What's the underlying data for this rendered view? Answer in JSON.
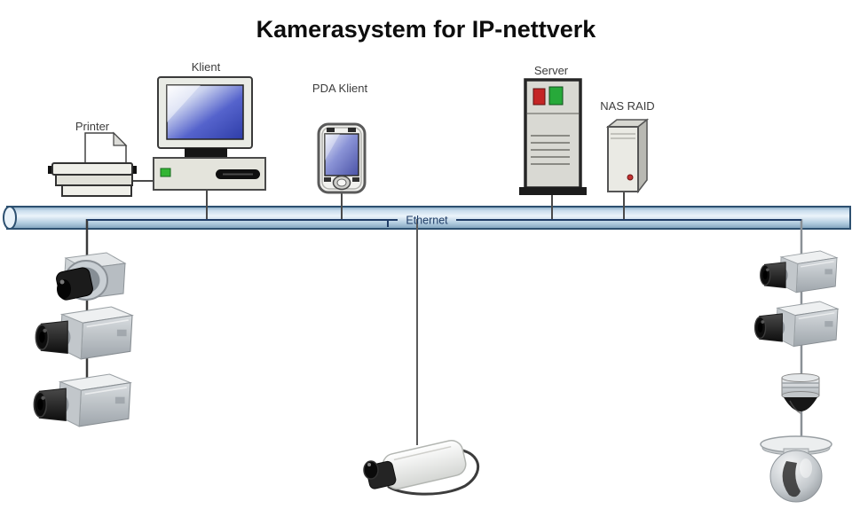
{
  "title": "Kamerasystem for IP-nettverk",
  "network": {
    "bus_label": "Ethernet",
    "bus_icon": "ethernet-bus-pipe"
  },
  "devices": {
    "printer": {
      "label": "Printer",
      "icon": "printer-icon"
    },
    "client": {
      "label": "Klient",
      "icon": "desktop-computer-icon"
    },
    "pda_client": {
      "label": "PDA Klient",
      "icon": "pda-icon"
    },
    "server": {
      "label": "Server",
      "icon": "server-tower-icon"
    },
    "nas_raid": {
      "label": "NAS RAID",
      "icon": "nas-raid-tower-icon"
    }
  },
  "camera_groups": {
    "left": {
      "icons": [
        "compact-network-camera-icon",
        "box-camera-icon",
        "box-camera-icon"
      ]
    },
    "center": {
      "icons": [
        "white-network-camera-icon"
      ]
    },
    "right": {
      "icons": [
        "box-camera-icon",
        "box-camera-icon",
        "mini-dome-camera-icon",
        "ptz-dome-camera-icon"
      ]
    }
  },
  "colors": {
    "bus_fill": "#c3daec",
    "bus_border": "#2d5070",
    "bus_inner_line": "#1f3c66",
    "monitor_screen_blue": "#3949b4",
    "led_green": "#33b533",
    "server_status_red": "#c42525",
    "server_status_green": "#27a93a",
    "label_gray": "#3d3d3d"
  }
}
